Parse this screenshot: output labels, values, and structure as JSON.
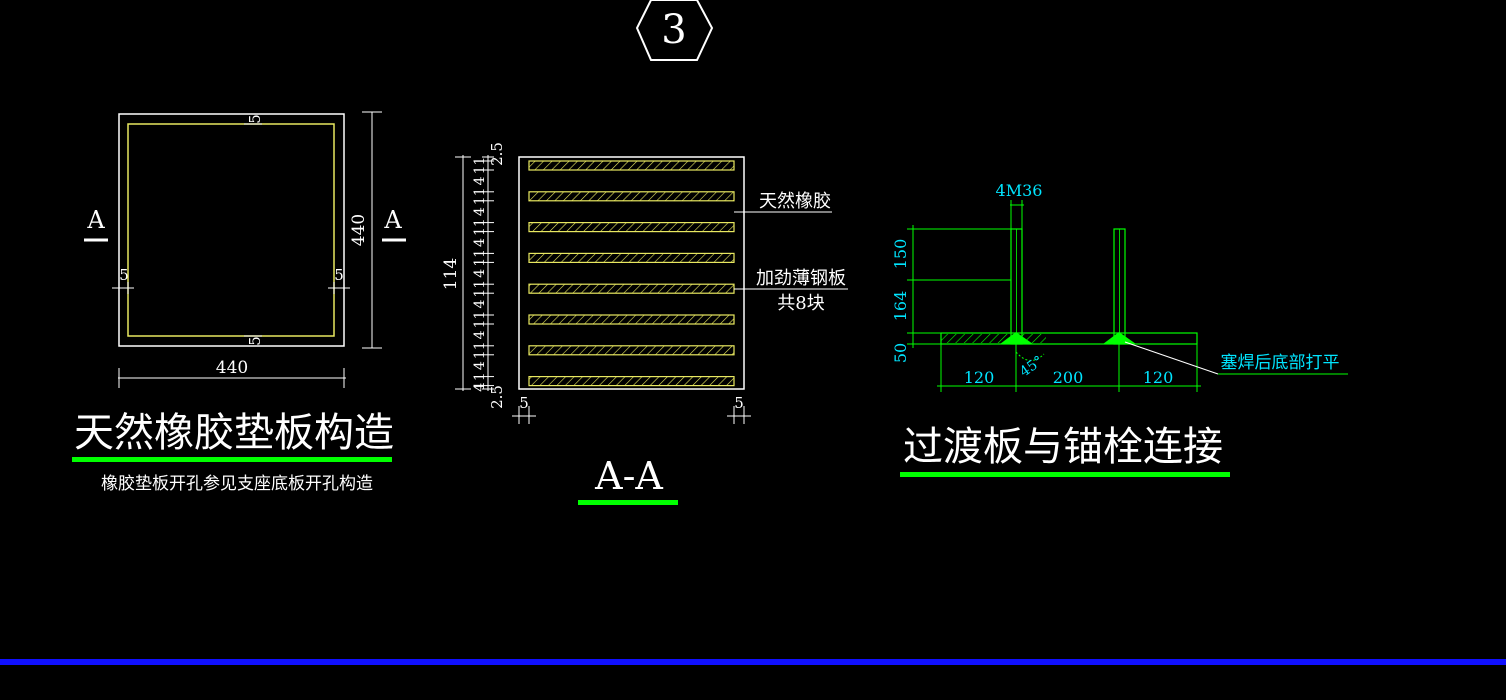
{
  "colors": {
    "background": "#000000",
    "white": "#ffffff",
    "yellow": "#e8e860",
    "green": "#00ff00",
    "cyan": "#00e5ff",
    "blue": "#1010ff"
  },
  "badge": {
    "number": "3"
  },
  "left": {
    "section_mark": "A",
    "dim_outer": "440",
    "dim_inner": "5",
    "title": "天然橡胶垫板构造",
    "note": "橡胶垫板开孔参见支座底板开孔构造"
  },
  "middle": {
    "dim_total": "114",
    "dim_top": "2.5",
    "dim_bottom": "2.5",
    "layer_dims": [
      "11",
      "4",
      "11",
      "4",
      "11",
      "4",
      "11",
      "4",
      "11",
      "4",
      "11",
      "4",
      "11",
      "4",
      "11",
      "4"
    ],
    "dim_side": "5",
    "label_rubber": "天然橡胶",
    "label_plate": "加劲薄钢板",
    "label_plate_count": "共8块",
    "title": "A-A"
  },
  "right": {
    "bolt_label": "4M36",
    "dim_150": "150",
    "dim_164": "164",
    "dim_50": "50",
    "dim_120a": "120",
    "dim_200": "200",
    "dim_120b": "120",
    "angle": "45°",
    "weld_note": "塞焊后底部打平",
    "title": "过渡板与锚栓连接"
  }
}
